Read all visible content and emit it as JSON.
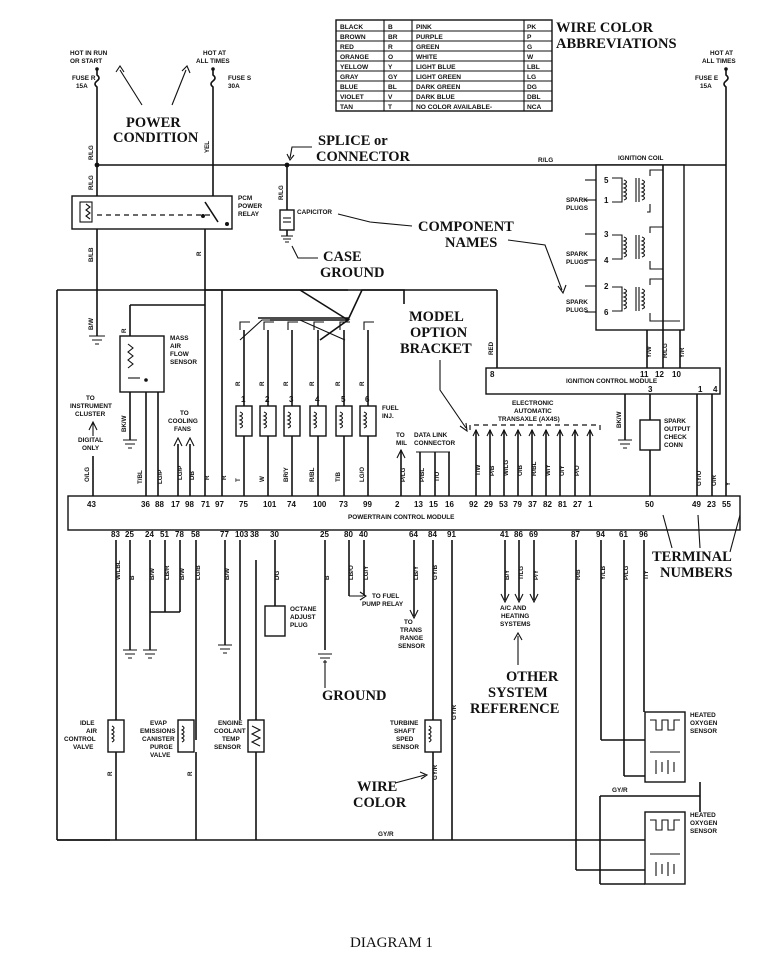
{
  "wire_table": {
    "title_line1": "WIRE COLOR",
    "title_line2": "ABBREVIATIONS",
    "rows": [
      [
        "BLACK",
        "B",
        "PINK",
        "PK"
      ],
      [
        "BROWN",
        "BR",
        "PURPLE",
        "P"
      ],
      [
        "RED",
        "R",
        "GREEN",
        "G"
      ],
      [
        "ORANGE",
        "O",
        "WHITE",
        "W"
      ],
      [
        "YELLOW",
        "Y",
        "LIGHT BLUE",
        "LBL"
      ],
      [
        "GRAY",
        "GY",
        "LIGHT GREEN",
        "LG"
      ],
      [
        "BLUE",
        "BL",
        "DARK GREEN",
        "DG"
      ],
      [
        "VIOLET",
        "V",
        "DARK BLUE",
        "DBL"
      ],
      [
        "TAN",
        "T",
        "NO COLOR AVAILABLE-",
        "NCA"
      ]
    ]
  },
  "power": {
    "hot_run_l1": "HOT IN RUN",
    "hot_run_l2": "OR START",
    "hot_all_l1": "HOT AT",
    "hot_all_l2": "ALL TIMES",
    "hot_all_r_l1": "HOT AT",
    "hot_all_r_l2": "ALL TIMES",
    "fuse_r_l1": "FUSE R",
    "fuse_r_l2": "15A",
    "fuse_s_l1": "FUSE S",
    "fuse_s_l2": "30A",
    "fuse_e_l1": "FUSE E",
    "fuse_e_l2": "15A"
  },
  "callouts": {
    "power_condition_l1": "POWER",
    "power_condition_l2": "CONDITION",
    "splice_l1": "SPLICE or",
    "splice_l2": "CONNECTOR",
    "component_l1": "COMPONENT",
    "component_l2": "NAMES",
    "case_ground_l1": "CASE",
    "case_ground_l2": "GROUND",
    "model_l1": "MODEL",
    "model_l2": "OPTION",
    "model_l3": "BRACKET",
    "terminal_l1": "TERMINAL",
    "terminal_l2": "NUMBERS",
    "ground": "GROUND",
    "other_l1": "OTHER",
    "other_l2": "SYSTEM",
    "other_l3": "REFERENCE",
    "wire_color_l1": "WIRE",
    "wire_color_l2": "COLOR"
  },
  "components": {
    "pcm_relay_l1": "PCM",
    "pcm_relay_l2": "POWER",
    "pcm_relay_l3": "RELAY",
    "capicitor": "CAPICITOR",
    "ignition_coil": "IGNITION COIL",
    "spark_plugs": "SPARK",
    "spark_plugs2": "PLUGS",
    "maf_l1": "MASS",
    "maf_l2": "AIR",
    "maf_l3": "FLOW",
    "maf_l4": "SENSOR",
    "to_instrument_l1": "TO",
    "to_instrument_l2": "INSTRUMENT",
    "to_instrument_l3": "CLUSTER",
    "digital_l1": "DIGITAL",
    "digital_l2": "ONLY",
    "to_cooling_l1": "TO",
    "to_cooling_l2": "COOLING",
    "to_cooling_l3": "FANS",
    "fuel_inj_l1": "FUEL",
    "fuel_inj_l2": "INJ.",
    "to_mil_l1": "TO",
    "to_mil_l2": "MIL",
    "dlc_l1": "DATA LINK",
    "dlc_l2": "CONNECTOR",
    "icm": "IGNITION CONTROL MODULE",
    "trans_l1": "ELECTRONIC",
    "trans_l2": "AUTOMATIC",
    "trans_l3": "TRANSAXLE (AX4S)",
    "spark_check_l1": "SPARK",
    "spark_check_l2": "OUTPUT",
    "spark_check_l3": "CHECK",
    "spark_check_l4": "CONN",
    "pcm": "POWERTRAIN CONTROL MODULE",
    "octane_l1": "OCTANE",
    "octane_l2": "ADJUST",
    "octane_l3": "PLUG",
    "fuel_pump_l1": "TO FUEL",
    "fuel_pump_l2": "PUMP RELAY",
    "trs_l1": "TO",
    "trs_l2": "TRANS",
    "trs_l3": "RANGE",
    "trs_l4": "SENSOR",
    "ac_l1": "A/C AND",
    "ac_l2": "HEATING",
    "ac_l3": "SYSTEMS",
    "iac_l1": "IDLE",
    "iac_l2": "AIR",
    "iac_l3": "CONTROL",
    "iac_l4": "VALVE",
    "evap_l1": "EVAP",
    "evap_l2": "EMISSIONS",
    "evap_l3": "CANISTER",
    "evap_l4": "PURGE",
    "evap_l5": "VALVE",
    "ect_l1": "ENGINE",
    "ect_l2": "COOLANT",
    "ect_l3": "TEMP",
    "ect_l4": "SENSOR",
    "tss_l1": "TURBINE",
    "tss_l2": "SHAFT",
    "tss_l3": "SPED",
    "tss_l4": "SENSOR",
    "ho2s_l1": "HEATED",
    "ho2s_l2": "OXYGEN",
    "ho2s_l3": "SENSOR"
  },
  "wires": {
    "r_lg": "R/LG",
    "yel": "YEL",
    "b_lb": "B/LB",
    "b_w": "B/W",
    "r": "R",
    "bk_w": "BK/W",
    "t_bl": "T/BL",
    "lg_p": "LG/P",
    "db": "DB",
    "w": "W",
    "br_y": "BR/Y",
    "r_bl": "R/BL",
    "t_b": "T/B",
    "lg_o": "LG/O",
    "o_lg": "O/LG",
    "p_lg": "P/LG",
    "p_bl": "P/BL",
    "t_o": "T/O",
    "t_w": "T/W",
    "p_b": "P/B",
    "w_lg": "W/LG",
    "o_b": "O/B",
    "r_bl2": "R/BL",
    "w_y": "W/Y",
    "o_y": "O/Y",
    "p_o": "P/O",
    "y_w": "Y/W",
    "y_r": "Y/R",
    "gy_o": "GY/O",
    "o_r": "O/R",
    "y": "Y",
    "w_lbl": "W/LBL",
    "b": "B",
    "lb_r": "LB/R",
    "lg_b": "LG/B",
    "dg": "DG",
    "lb_o": "LB/O",
    "lb_y": "LB/Y",
    "gy_b": "GY/B",
    "gy_r": "GY/R",
    "b_y": "B/Y",
    "t_lg": "T/LG",
    "p_y": "P/Y",
    "r_b": "R/B",
    "y_lb": "Y/LB",
    "p_lg2": "P/LG",
    "t_y": "T/Y"
  },
  "terminals_top": [
    "43",
    "36",
    "88",
    "17",
    "98",
    "71",
    "97",
    "75",
    "101",
    "74",
    "100",
    "73",
    "99",
    "2",
    "13",
    "15",
    "16",
    "92",
    "29",
    "53",
    "79",
    "37",
    "82",
    "81",
    "27",
    "1",
    "50",
    "49",
    "23",
    "55"
  ],
  "terminals_bottom": [
    "83",
    "25",
    "24",
    "51",
    "78",
    "58",
    "77",
    "103",
    "38",
    "30",
    "25",
    "80",
    "40",
    "64",
    "84",
    "91",
    "41",
    "86",
    "69",
    "87",
    "94",
    "61",
    "96"
  ],
  "coil_numbers": [
    "5",
    "1",
    "3",
    "4",
    "2",
    "6"
  ],
  "inj_numbers": [
    "1",
    "2",
    "3",
    "4",
    "5",
    "6"
  ],
  "icm_pins": [
    "8",
    "11",
    "12",
    "10",
    "3",
    "1",
    "4"
  ],
  "footer": "DIAGRAM 1"
}
